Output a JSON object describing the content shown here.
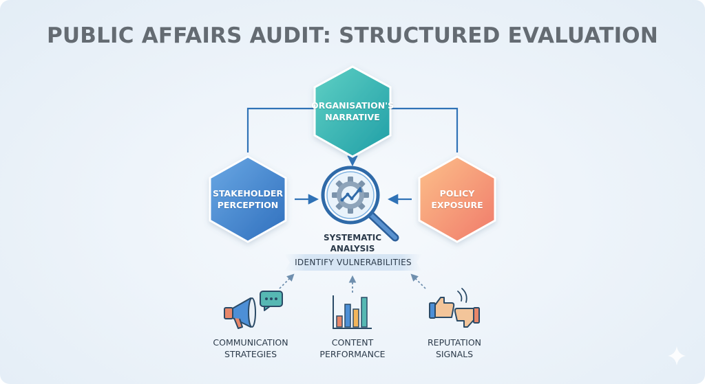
{
  "title": "PUBLIC AFFAIRS AUDIT: STRUCTURED EVALUATION",
  "nodes": {
    "narrative": {
      "line1": "ORGANISATION'S",
      "line2": "NARRATIVE",
      "color": "#2fb3ad"
    },
    "stakeholder": {
      "line1": "STAKEHOLDER",
      "line2": "PERCEPTION",
      "color": "#3d7fcc"
    },
    "policy": {
      "line1": "POLICY",
      "line2": "EXPOSURE",
      "color": "#f28a6e"
    }
  },
  "center": {
    "line1": "SYSTEMATIC",
    "line2": "ANALYSIS",
    "icon": "magnifier-gear-icon"
  },
  "banner": "IDENTIFY VULNERABILITIES",
  "inputs": [
    {
      "icon": "megaphone-icon",
      "line1": "COMMUNICATION",
      "line2": "STRATEGIES"
    },
    {
      "icon": "bar-chart-icon",
      "line1": "CONTENT",
      "line2": "PERFORMANCE"
    },
    {
      "icon": "thumbs-icon",
      "line1": "REPUTATION",
      "line2": "SIGNALS"
    }
  ],
  "colors": {
    "connector": "#2f72b6",
    "title": "#646b72",
    "text": "#2b3a4a"
  }
}
